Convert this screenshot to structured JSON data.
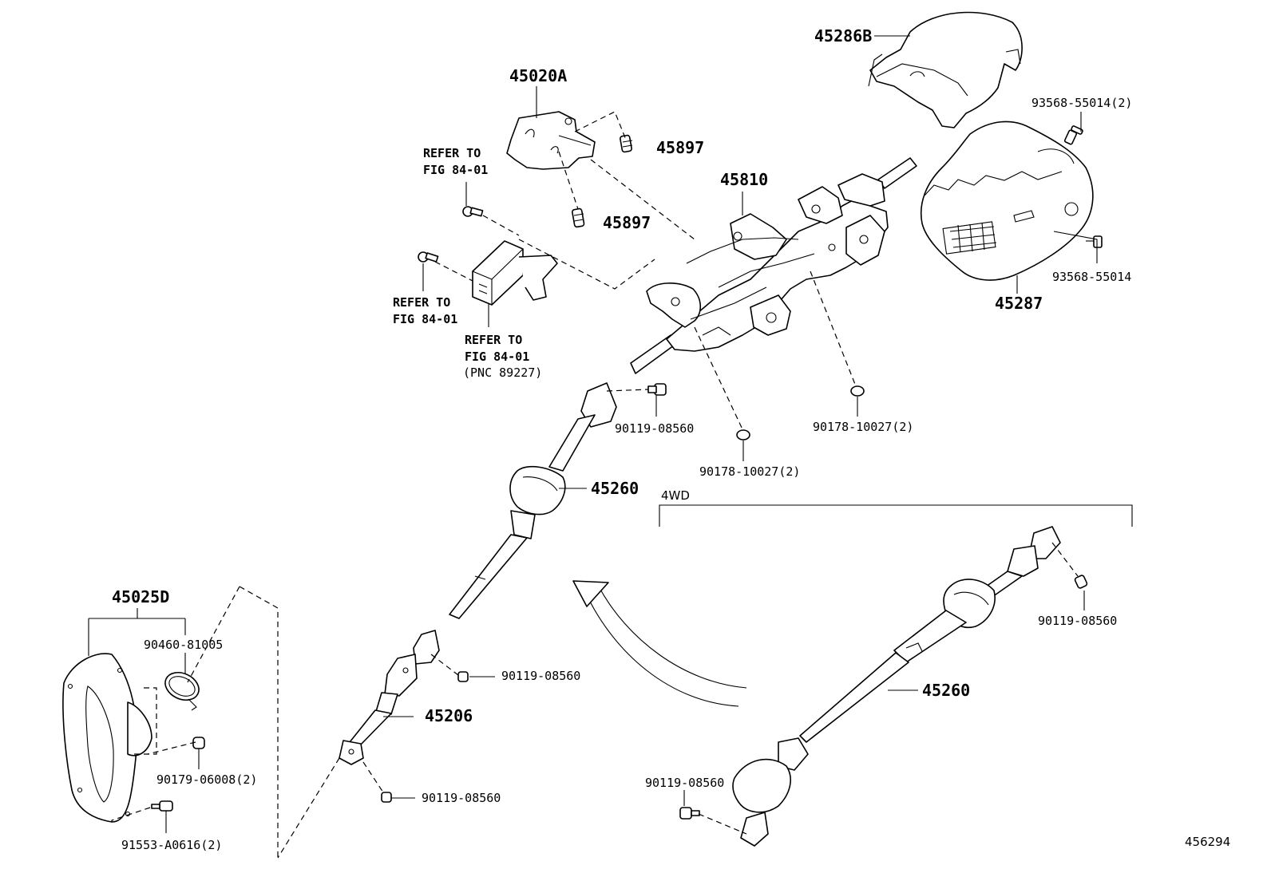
{
  "diagram_id": "456294",
  "variant_label": "4WD",
  "parts": {
    "p45286B": "45286B",
    "p45020A": "45020A",
    "p45897a": "45897",
    "p45897b": "45897",
    "p45810": "45810",
    "p93568_55014_2": "93568-55014(2)",
    "p93568_55014": "93568-55014",
    "p45287": "45287",
    "p90119_08560_a": "90119-08560",
    "p90178_10027_a": "90178-10027(2)",
    "p90178_10027_b": "90178-10027(2)",
    "p45260_a": "45260",
    "p45025D": "45025D",
    "p90460_81005": "90460-81005",
    "p90179_06008": "90179-06008(2)",
    "p91553_A0616": "91553-A0616(2)",
    "p90119_08560_b": "90119-08560",
    "p45206": "45206",
    "p90119_08560_c": "90119-08560",
    "p90119_08560_d": "90119-08560",
    "p45260_b": "45260",
    "p90119_08560_e": "90119-08560"
  },
  "references": {
    "ref1_line1": "REFER TO",
    "ref1_line2": "FIG 84-01",
    "ref2_line1": "REFER TO",
    "ref2_line2": "FIG 84-01",
    "ref3_line1": "REFER TO",
    "ref3_line2": "FIG 84-01",
    "ref3_line3": "(PNC 89227)"
  }
}
